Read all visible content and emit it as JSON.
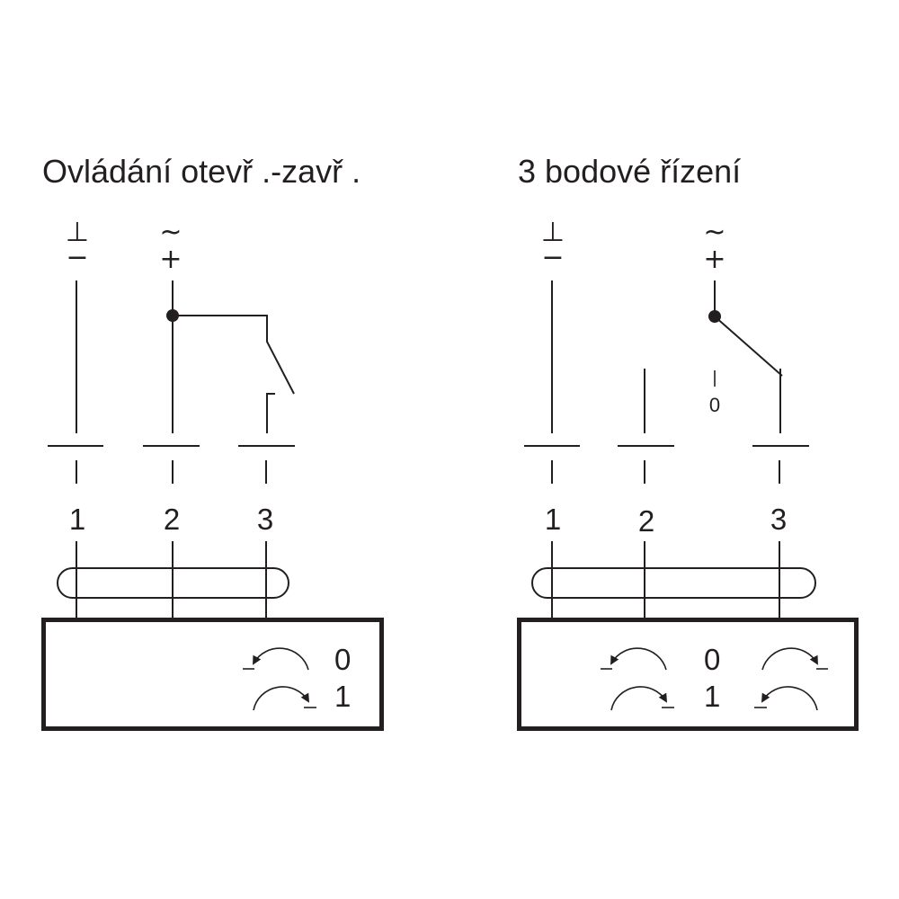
{
  "left": {
    "title": "Ovládání otevř .-zavř .",
    "terminals": [
      "1",
      "2",
      "3"
    ],
    "symbols": {
      "ground": "⊥",
      "minus": "−",
      "ac": "~",
      "plus": "+"
    },
    "states": [
      "0",
      "1"
    ]
  },
  "right": {
    "title": "3 bodové řízení",
    "terminals": [
      "1",
      "2",
      "3"
    ],
    "symbols": {
      "ground": "⊥",
      "minus": "−",
      "ac": "~",
      "plus": "+"
    },
    "switch_label": "0",
    "states": [
      "0",
      "1"
    ]
  }
}
